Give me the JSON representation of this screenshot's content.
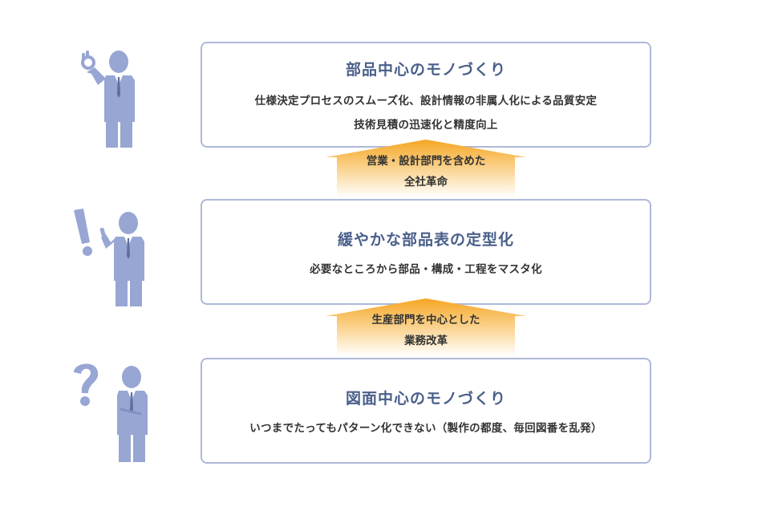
{
  "colors": {
    "box_border": "#aeb9d8",
    "title_text": "#4a5f8a",
    "figure_fill": "#97a6d3",
    "arrow_top": "#f5a623",
    "arrow_bottom": "#ffffff"
  },
  "icons": {
    "level1": "businessman-ok-sign-icon",
    "level2": "businessman-exclamation-icon",
    "level3": "businessman-question-icon"
  },
  "stages": [
    {
      "title": "部品中心のモノづくり",
      "lines": [
        "仕様決定プロセスのスムーズ化、設計情報の非属人化による品質安定",
        "技術見積の迅速化と精度向上"
      ]
    },
    {
      "title": "緩やかな部品表の定型化",
      "lines": [
        "必要なところから部品・構成・工程をマスタ化"
      ]
    },
    {
      "title": "図面中心のモノづくり",
      "lines": [
        "いつまでたってもパターン化できない（製作の都度、毎回図番を乱発）"
      ]
    }
  ],
  "arrows": [
    {
      "lines": [
        "営業・設計部門を含めた",
        "全社革命"
      ]
    },
    {
      "lines": [
        "生産部門を中心とした",
        "業務改革"
      ]
    }
  ]
}
